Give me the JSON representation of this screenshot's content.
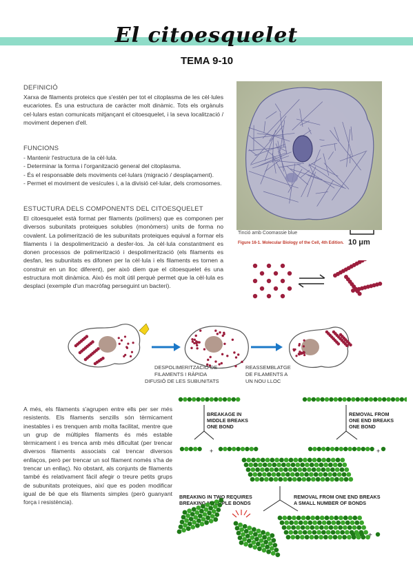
{
  "header": {
    "title": "El citoesquelet",
    "subtitle": "TEMA 9-10",
    "band_color": "#8fdcc8"
  },
  "definicio": {
    "heading": "DEFINICIÓ",
    "text": "Xarxa de filaments proteics que s'estén per tot el citoplasma de les cèl·lules eucariotes. És una estructura de caràcter molt dinàmic. Tots els orgànuls cel·lulars estan comunicats mitjançant el citoesquelet, i la seva localització / moviment depenen d'ell."
  },
  "funcions": {
    "heading": "FUNCIONS",
    "items": [
      "- Mantenir l'estructura de la cèl·lula.",
      "- Determinar la forma i l'organització general del citoplasma.",
      "- És el responsable dels moviments cel·lulars (migració / desplaçament).",
      "- Permet el moviment de vesícules i, a la divisió cel·lular, dels cromosomes."
    ]
  },
  "estructura": {
    "heading": "ESTUCTURA DELS COMPONENTS DEL CITOESQUELET",
    "text": "El citoesquelet està format per filaments (polímers) que es componen per diversos subunitats proteiques solubles (monòmers) units de forma no covalent. La polimerització de les subunitats proteiques equival a formar els filaments i la despolimerització a desfer-los. Ja cèl·lula constantment es donen processos de polimerització i despolimerització (els filaments es desfan, les subunitats es difonen per la cèl·lula i els filaments es tornen a construir en un lloc diferent), per això diem que el citoesquelet és una estructura molt dinàmica. Això és molt útil perquè permet que la cèl·lula es desplaci (exemple d'un macròfag perseguint un bacteri)."
  },
  "micrograph": {
    "caption_left": "Tinció amb Coomassie blue",
    "caption_figure": "Figure 16-1. Molecular Biology of the Cell, 4th Edition.",
    "scale_label": "10 μm"
  },
  "cell_diagram": {
    "label_1": [
      "DESPOLIMERITZACIÓ DE",
      "FILAMENTS I RÀPIDA",
      "DIFUSIÓ DE LES SUBUNITATS"
    ],
    "label_2": [
      "REASSEMBLATGE",
      "DE FILAMENTS A",
      "UN NOU LLOC"
    ]
  },
  "stability": {
    "text": "A més, els filaments s'agrupen entre ells per ser més resistents. Els filaments senzills són tèrmicament inestables i es trenquen amb molta facilitat, mentre que un grup de múltiples filaments és més estable tèrmicament i es trenca amb més dificultat (per trencar diversos filaments associats cal trencar diversos enllaços, però per trencar un sol filament només s'ha de trencar un enllaç). No obstant, als conjunts de filaments també és relativament fàcil afegir o treure petits grups de subunitats proteiques, així que es poden modificar igual de bé que els filaments simples (però guanyant força i resistència)."
  },
  "breakage_diagram": {
    "label_a": [
      "BREAKAGE IN",
      "MIDDLE BREAKS",
      "ONE BOND"
    ],
    "label_b": [
      "REMOVAL FROM",
      "ONE END BREAKS",
      "ONE BOND"
    ],
    "label_c": [
      "BREAKING IN TWO REQUIRES",
      "BREAKING MULTIPLE BONDS"
    ],
    "label_d": [
      "REMOVAL FROM ONE END BREAKS",
      "A SMALL NUMBER OF BONDS"
    ],
    "plus": "+"
  },
  "colors": {
    "text": "#333333",
    "monomer_red": "#9c1e3d",
    "filament_green": "#3aa52b",
    "filament_green_dark": "#1f7a18",
    "arrow_blue": "#1b78c8",
    "pointer_yellow": "#f4d21a",
    "nucleus": "#b49a8e"
  }
}
